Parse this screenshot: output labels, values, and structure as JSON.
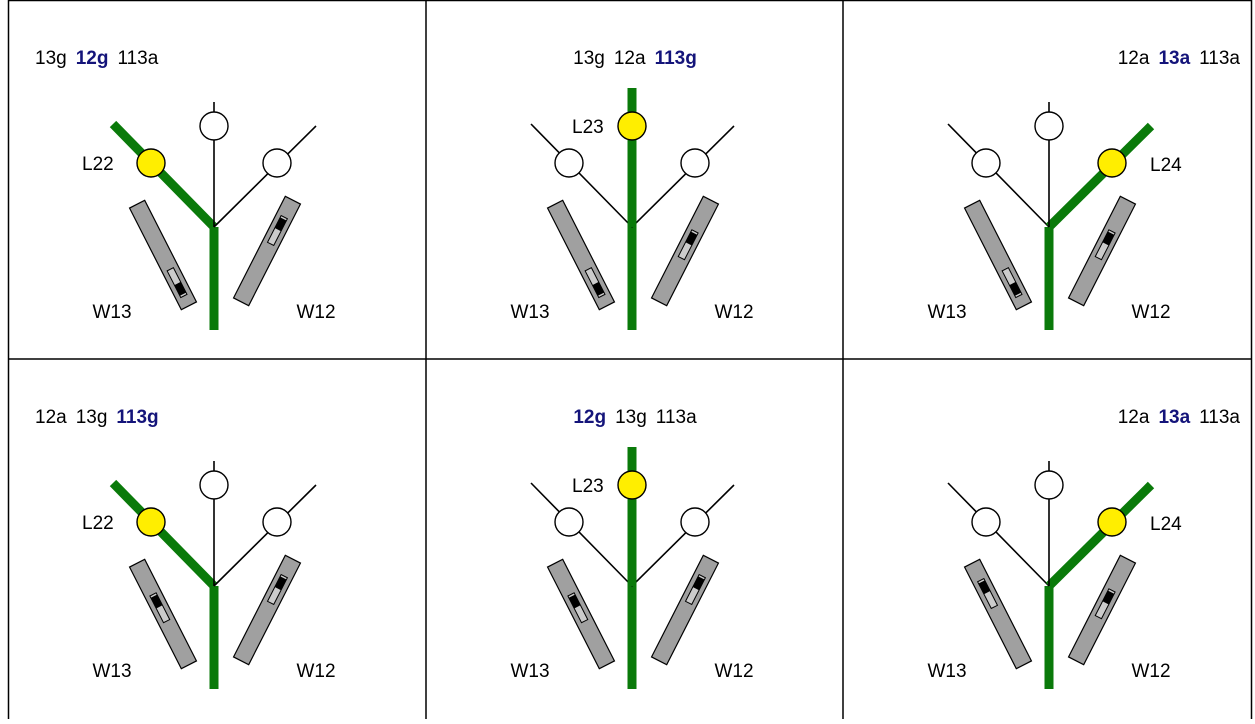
{
  "colors": {
    "active_track": "#0a7a0a",
    "lamp_on": "#ffee00",
    "point_body": "#a0a0a0",
    "blade_active": "#000000",
    "blade_idle": "#cccccc",
    "highlight_text": "#14147a",
    "text": "#000000"
  },
  "panels": [
    {
      "states": [
        {
          "text": "13g",
          "highlighted": false
        },
        {
          "text": "12g",
          "highlighted": true
        },
        {
          "text": "113a",
          "highlighted": false
        }
      ],
      "states_align": "left",
      "route": "left",
      "lamp": "L22",
      "w13_label": "W13",
      "w12_label": "W12",
      "w13_slot": "bottom",
      "w12_slot": "top"
    },
    {
      "states": [
        {
          "text": "13g",
          "highlighted": false
        },
        {
          "text": "12a",
          "highlighted": false
        },
        {
          "text": "113g",
          "highlighted": true
        }
      ],
      "states_align": "center",
      "route": "center",
      "lamp": "L23",
      "w13_label": "W13",
      "w12_label": "W12",
      "w13_slot": "bottom",
      "w12_slot": "middle"
    },
    {
      "states": [
        {
          "text": "12a",
          "highlighted": false
        },
        {
          "text": "13a",
          "highlighted": true
        },
        {
          "text": "113a",
          "highlighted": false
        }
      ],
      "states_align": "right",
      "route": "right",
      "lamp": "L24",
      "w13_label": "W13",
      "w12_label": "W12",
      "w13_slot": "bottom",
      "w12_slot": "middle"
    },
    {
      "states": [
        {
          "text": "12a",
          "highlighted": false
        },
        {
          "text": "13g",
          "highlighted": false
        },
        {
          "text": "113g",
          "highlighted": true
        }
      ],
      "states_align": "left",
      "route": "left",
      "lamp": "L22",
      "w13_label": "W13",
      "w12_label": "W12",
      "w13_slot": "middle",
      "w12_slot": "top"
    },
    {
      "states": [
        {
          "text": "12g",
          "highlighted": true
        },
        {
          "text": "13g",
          "highlighted": false
        },
        {
          "text": "113a",
          "highlighted": false
        }
      ],
      "states_align": "center",
      "route": "center",
      "lamp": "L23",
      "w13_label": "W13",
      "w12_label": "W12",
      "w13_slot": "middle",
      "w12_slot": "top"
    },
    {
      "states": [
        {
          "text": "12a",
          "highlighted": false
        },
        {
          "text": "13a",
          "highlighted": true
        },
        {
          "text": "113a",
          "highlighted": false
        }
      ],
      "states_align": "right",
      "route": "right",
      "lamp": "L24",
      "w13_label": "W13",
      "w12_label": "W12",
      "w13_slot": "top",
      "w12_slot": "middle"
    }
  ]
}
